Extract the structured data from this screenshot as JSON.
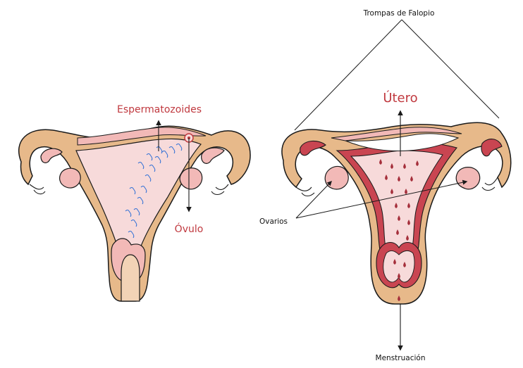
{
  "labels": {
    "trompas": "Trompas de Falopio",
    "utero": "Útero",
    "espermatozoides": "Espermatozoides",
    "ovulo": "Óvulo",
    "ovarios": "Ovarios",
    "menstruacion": "Menstruación"
  },
  "colors": {
    "outline": "#1a1a1a",
    "tan": "#e7b98a",
    "tan_dark": "#c99767",
    "pink_light": "#f7dada",
    "pink": "#f2b9b7",
    "cream": "#fbefea",
    "blood": "#c94551",
    "blood_dark": "#a52f3b",
    "label_red": "#c0393f",
    "sperm_blue": "#2f6fd6"
  }
}
